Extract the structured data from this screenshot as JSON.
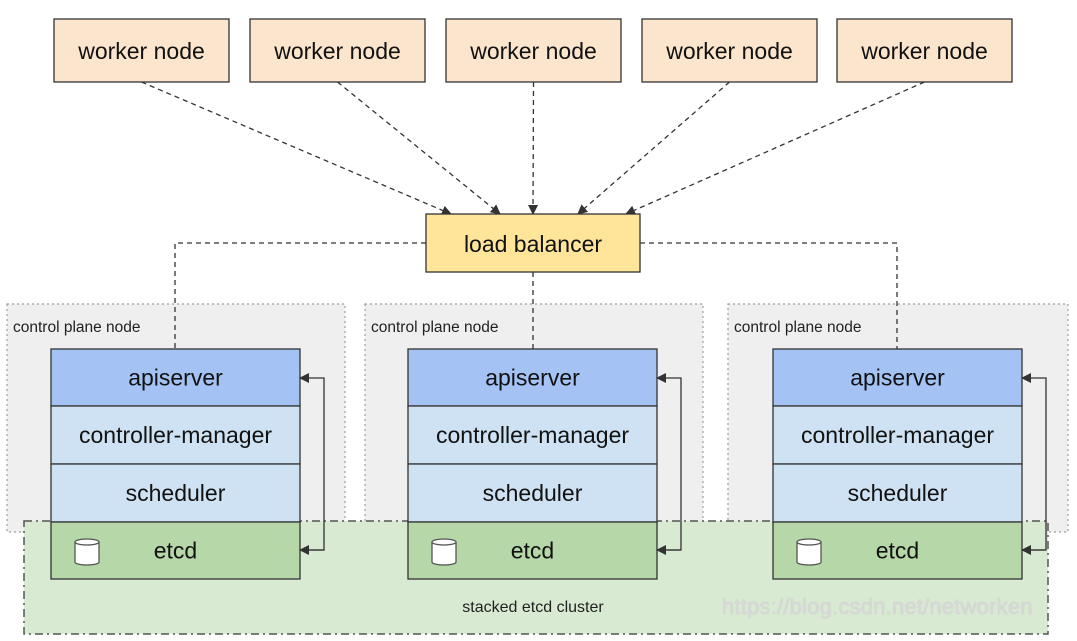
{
  "worker_nodes": [
    {
      "label": "worker node"
    },
    {
      "label": "worker node"
    },
    {
      "label": "worker node"
    },
    {
      "label": "worker node"
    },
    {
      "label": "worker node"
    }
  ],
  "load_balancer": {
    "label": "load balancer"
  },
  "control_plane_nodes": [
    {
      "title": "control plane node",
      "components": [
        "apiserver",
        "controller-manager",
        "scheduler",
        "etcd"
      ]
    },
    {
      "title": "control plane node",
      "components": [
        "apiserver",
        "controller-manager",
        "scheduler",
        "etcd"
      ]
    },
    {
      "title": "control plane node",
      "components": [
        "apiserver",
        "controller-manager",
        "scheduler",
        "etcd"
      ]
    }
  ],
  "etcd_cluster": {
    "label": "stacked etcd cluster"
  },
  "watermark": {
    "text": "https://blog.csdn.net/networken"
  },
  "colors": {
    "worker_fill": "#fce5cd",
    "load_balancer_fill": "#ffe599",
    "apiserver_fill": "#a4c2f4",
    "controller_fill": "#cfe2f3",
    "scheduler_fill": "#cfe2f3",
    "etcd_fill": "#b6d7a8",
    "etcd_cluster_fill": "#d9ead3",
    "control_plane_fill": "#efefef"
  }
}
